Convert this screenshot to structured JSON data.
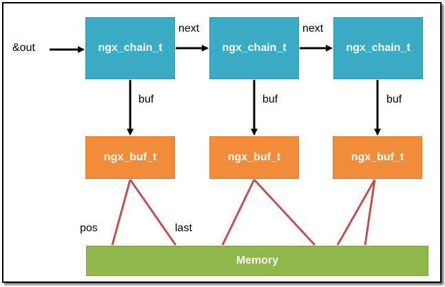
{
  "diagram": {
    "out_label": "&out",
    "chain_nodes": [
      "ngx_chain_t",
      "ngx_chain_t",
      "ngx_chain_t"
    ],
    "buf_nodes": [
      "ngx_buf_t",
      "ngx_buf_t",
      "ngx_buf_t"
    ],
    "next_label": "next",
    "buf_label": "buf",
    "pos_label": "pos",
    "last_label": "last",
    "memory_label": "Memory"
  },
  "colors": {
    "chain": "#3aacc5",
    "buf": "#f08c3a",
    "memory": "#8fb84a",
    "pointer_line": "#c0504d",
    "arrow": "#000000"
  }
}
